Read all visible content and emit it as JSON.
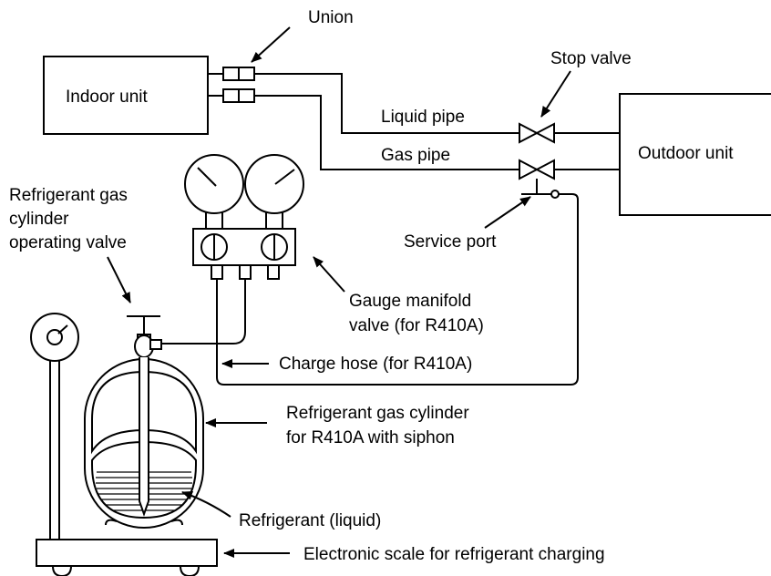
{
  "labels": {
    "union": "Union",
    "stop_valve": "Stop valve",
    "indoor_unit": "Indoor unit",
    "outdoor_unit": "Outdoor unit",
    "liquid_pipe": "Liquid pipe",
    "gas_pipe": "Gas pipe",
    "cylinder_valve_line1": "Refrigerant gas",
    "cylinder_valve_line2": "cylinder",
    "cylinder_valve_line3": "operating valve",
    "service_port": "Service port",
    "gauge_line1": "Gauge manifold",
    "gauge_line2": "valve (for R410A)",
    "charge_hose": "Charge hose (for R410A)",
    "cylinder_line1": "Refrigerant gas cylinder",
    "cylinder_line2": "for R410A with siphon",
    "refrigerant": "Refrigerant (liquid)",
    "scale": "Electronic scale for refrigerant charging"
  }
}
